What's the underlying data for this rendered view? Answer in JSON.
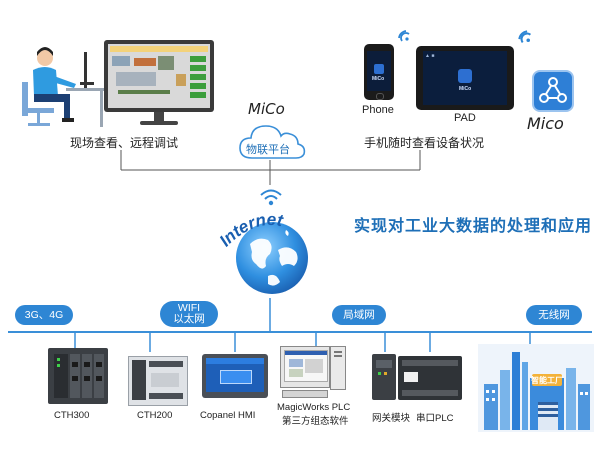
{
  "top": {
    "left_caption": "现场查看、远程调试",
    "right_caption": "手机随时查看设备状况",
    "cloud_brand": "MiCo",
    "cloud_label": "物联平台",
    "phone_label": "Phone",
    "pad_label": "PAD",
    "app_name": "Mico",
    "device_screen_text": "MiCo"
  },
  "center": {
    "internet_text": "Internet",
    "slogan": "实现对工业大数据的处理和应用"
  },
  "network": {
    "pills": [
      "3G、4G",
      "WIFI\n以太网",
      "局域网",
      "无线网"
    ],
    "wifi_line1": "WIFI",
    "wifi_line2": "以太网"
  },
  "devices": {
    "cth300": "CTH300",
    "cth200": "CTH200",
    "hmi": "Copanel HMI",
    "magicworks_line1": "MagicWorks PLC",
    "magicworks_line2": "第三方组态软件",
    "gateway": "网关模块",
    "serial_plc": "串口PLC",
    "factory_sign": "智能工厂"
  },
  "colors": {
    "accent": "#2e86d4",
    "line": "#3a8fd8",
    "title": "#1e6fb7"
  }
}
